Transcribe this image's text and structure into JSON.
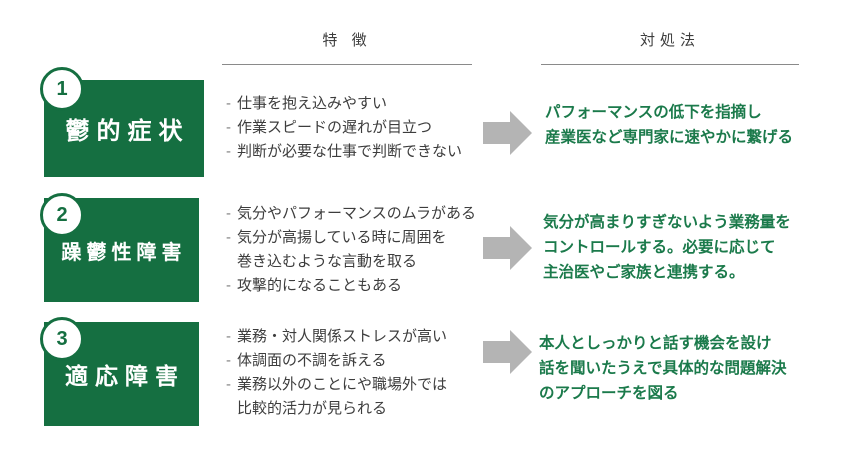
{
  "colors": {
    "box_green": "#156f41",
    "counter_green": "#1b7a4b",
    "arrow_gray": "#b4b4b4",
    "body_text": "#3d3d3d",
    "underline_gray": "#8a8a8a",
    "background": "#ffffff"
  },
  "bullet_char": "-",
  "headers": {
    "features": "特 徴",
    "countermeasures": "対処法"
  },
  "rows": [
    {
      "number": "1",
      "title": "鬱的症状",
      "features": [
        [
          "仕事を抱え込みやすい"
        ],
        [
          "作業スピードの遅れが目立つ"
        ],
        [
          "判断が必要な仕事で判断できない"
        ]
      ],
      "countermeasure": [
        "パフォーマンスの低下を指摘し",
        "産業医など専門家に速やかに繋げる"
      ]
    },
    {
      "number": "2",
      "title": "躁鬱性障害",
      "features": [
        [
          "気分やパフォーマンスのムラがある"
        ],
        [
          "気分が高揚している時に周囲を",
          "巻き込むような言動を取る"
        ],
        [
          "攻撃的になることもある"
        ]
      ],
      "countermeasure": [
        "気分が高まりすぎないよう業務量を",
        "コントロールする。必要に応じて",
        "主治医やご家族と連携する。"
      ]
    },
    {
      "number": "3",
      "title": "適応障害",
      "features": [
        [
          "業務・対人関係ストレスが高い"
        ],
        [
          "体調面の不調を訴える"
        ],
        [
          "業務以外のことにや職場外では",
          "比較的活力が見られる"
        ]
      ],
      "countermeasure": [
        "本人としっかりと話す機会を設け",
        "話を聞いたうえで具体的な問題解決",
        "のアプローチを図る"
      ]
    }
  ]
}
